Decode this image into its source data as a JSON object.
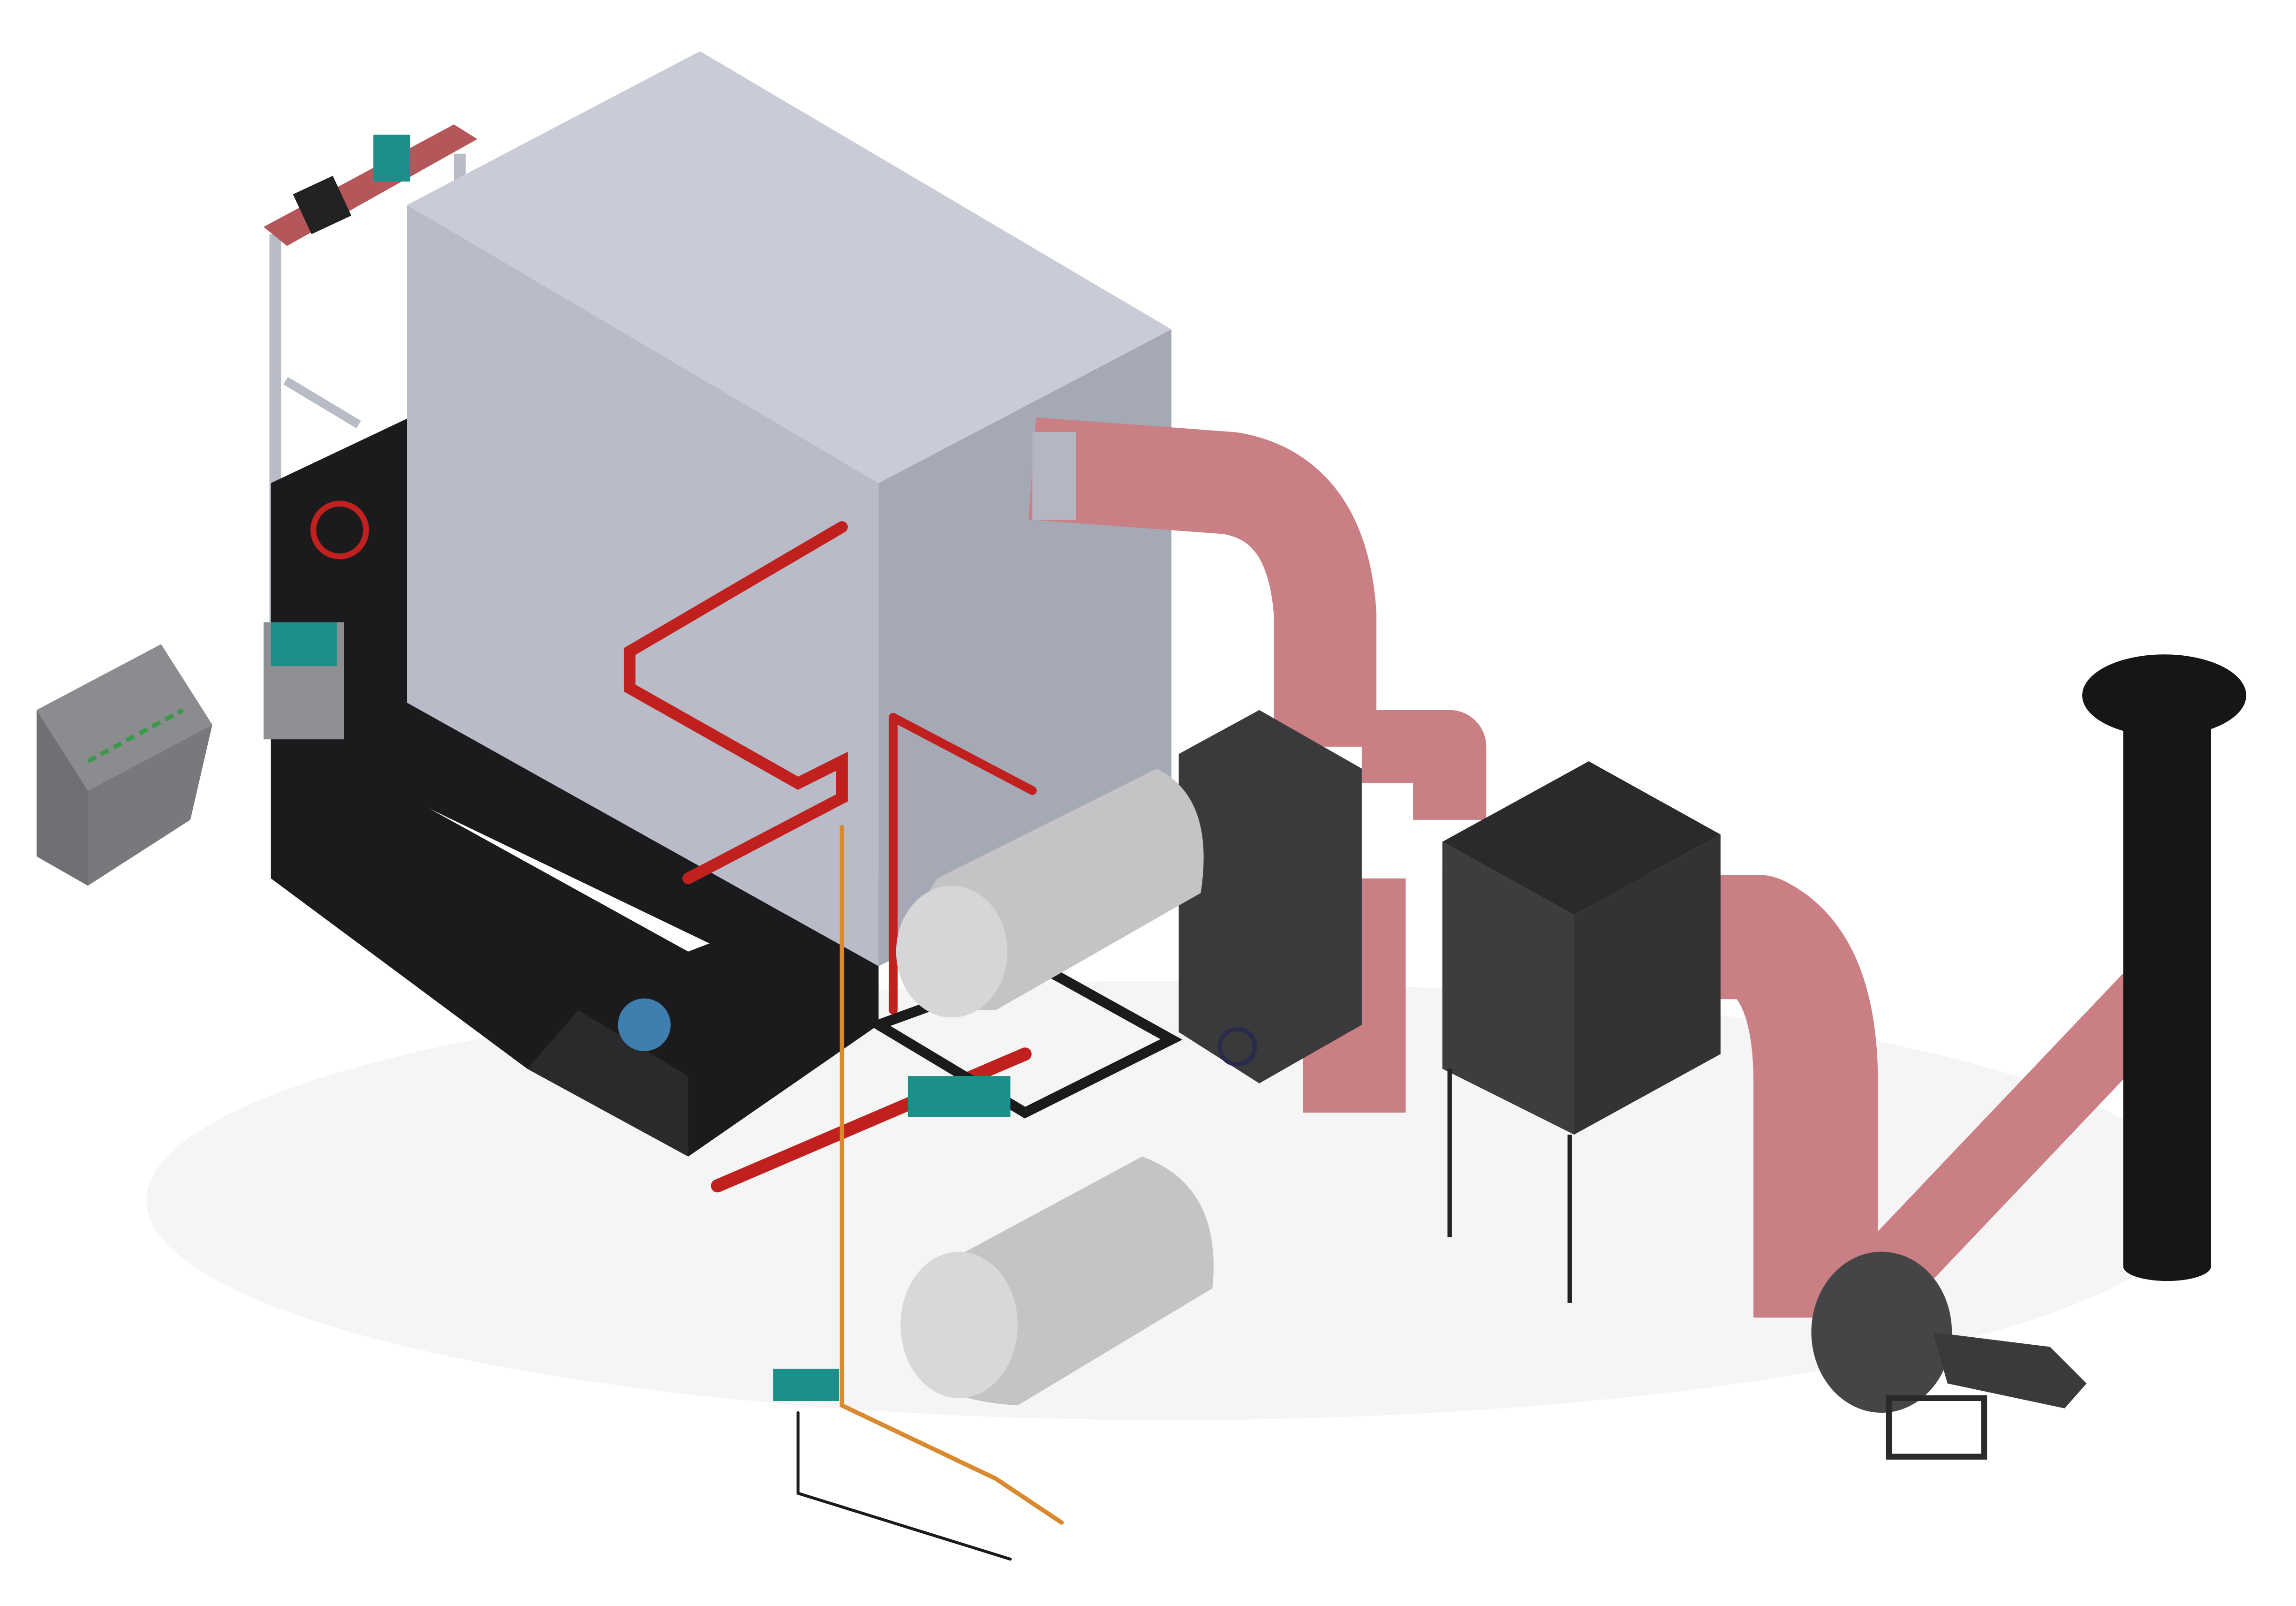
{
  "scene": {
    "background": "#ffffff",
    "colors": {
      "housing_light": "#c9cbd6",
      "housing_mid": "#b3b6c3",
      "housing_dark": "#a2a5b2",
      "base_black": "#1b1b1d",
      "duct_pink": "#c97f84",
      "duct_pink_dark": "#b06a70",
      "pipe_red": "#c0201e",
      "tank_gray": "#c4c4c6",
      "chimney_black": "#161616",
      "teal_pump": "#1d8f8a",
      "panel_gray": "#77797d",
      "orange_pipe": "#d98a2e"
    },
    "components": [
      "boiler-housing",
      "flue-duct",
      "dust-collector",
      "chimney",
      "induced-draft-fan",
      "deaerator-tank",
      "water-tank",
      "control-panel",
      "coal-hoist",
      "pipe-network"
    ]
  }
}
